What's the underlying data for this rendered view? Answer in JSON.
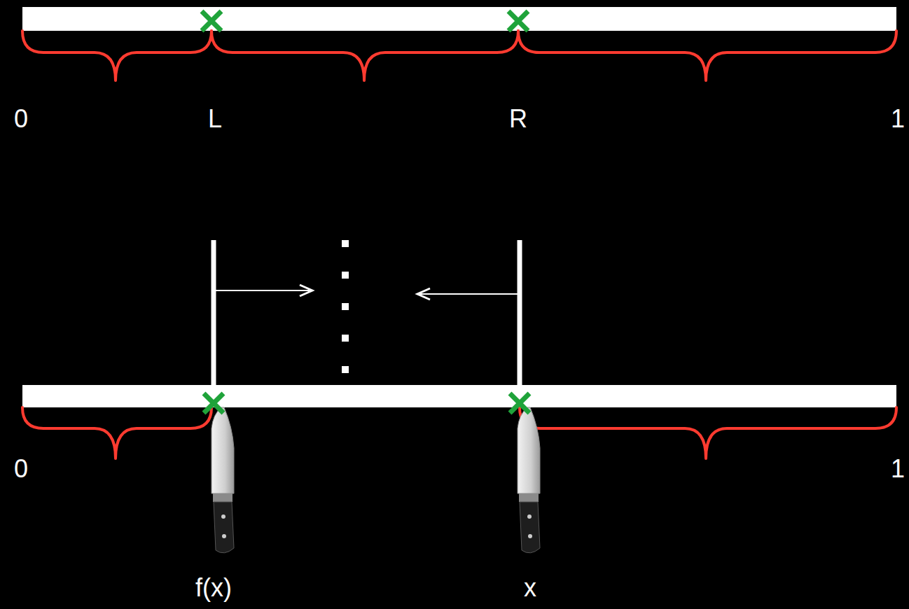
{
  "diagram": {
    "labels": [
      "0",
      "L",
      "R",
      "1",
      "0",
      "1",
      "f(x)",
      "x"
    ]
  }
}
